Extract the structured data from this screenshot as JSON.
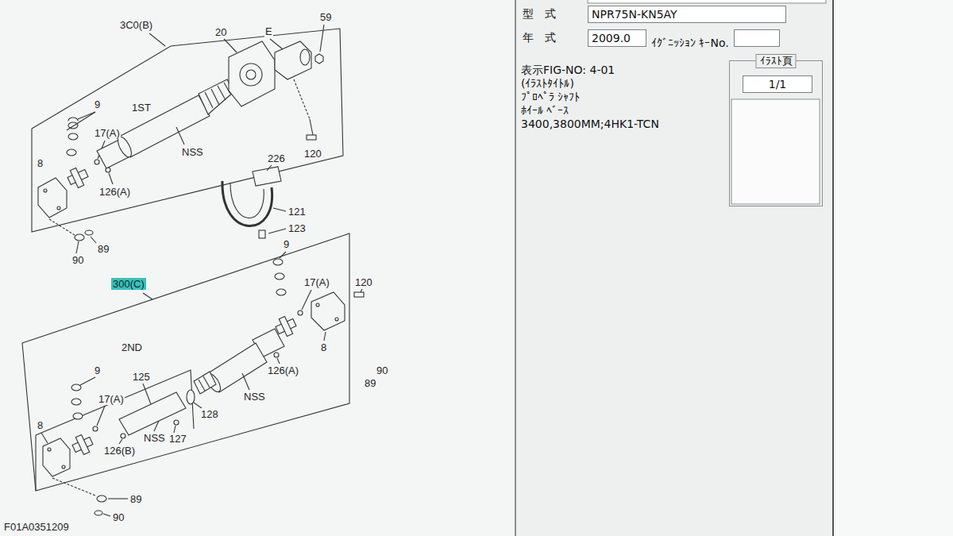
{
  "diagram": {
    "nodes": [
      {
        "text": [
          "型　式",
          "NPR75N-KN5AY"
        ]
      },
      {
        "text": [
          "年　式",
          "2009.0"
        ]
      },
      {
        "text": [
          "ｲｸﾞﾆｯｼｮﾝ ｷｰNo."
        ]
      },
      {
        "text": [
          "ｲﾗｽﾄ頁"
        ]
      },
      {
        "text": [
          "1/1"
        ],
        "in": 3
      }
    ],
    "labels": [
      "表示FIG-NO: 4-01",
      "(ｲﾗｽﾄﾀｲﾄﾙ)",
      "ﾌﾟﾛﾍﾟﾗ ｼｬﾌﾄ",
      "ﾎｲｰﾙ ﾍﾞｰｽ",
      "3400,3800MM;4HK1-TCN",
      "3C0(B)",
      "20",
      "E",
      "59",
      "9",
      "1ST",
      "17(A)",
      "NSS",
      "8",
      "126(A)",
      "226",
      "120",
      "121",
      "123",
      "89",
      "90",
      "300(C)",
      "9",
      "17(A)",
      "120",
      "2ND",
      "126(A)",
      "8",
      "90",
      "89",
      "125",
      "9",
      "17(A)",
      "NSS",
      "128",
      "8",
      "NSS",
      "127",
      "126(B)",
      "89",
      "90",
      "F01A0351209"
    ]
  }
}
